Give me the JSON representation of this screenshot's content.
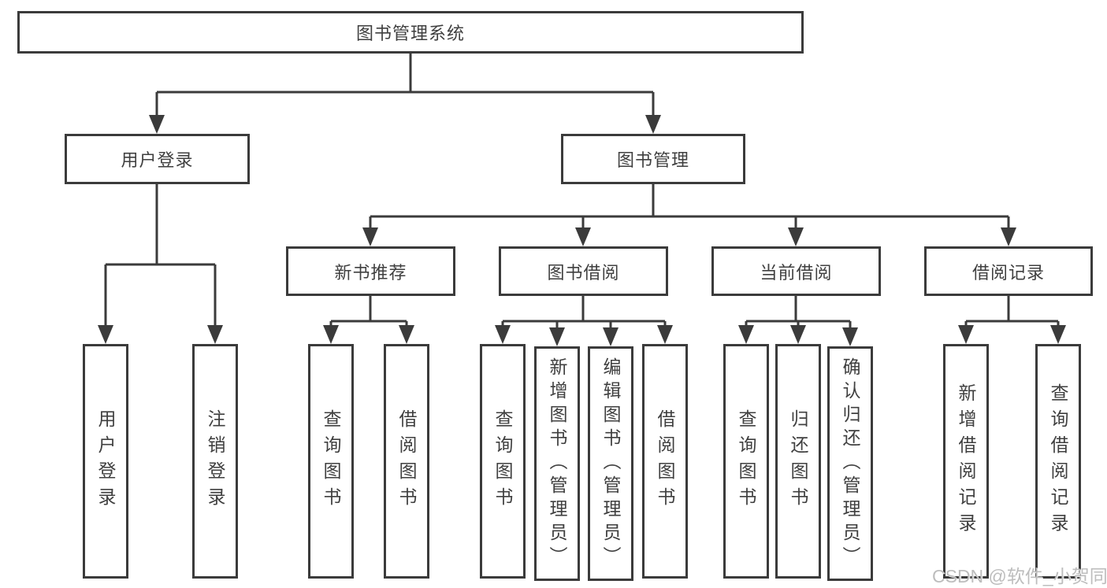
{
  "colors": {
    "line": "#3b3b3b",
    "text": "#3f3f3f",
    "watermark": "#bdbdbd",
    "bg": "#ffffff"
  },
  "tree": {
    "root": {
      "label": "图书管理系统"
    },
    "branches": [
      {
        "label": "用户登录",
        "children": [
          {
            "label": "用户登录"
          },
          {
            "label": "注销登录"
          }
        ]
      },
      {
        "label": "图书管理",
        "children": [
          {
            "label": "新书推荐",
            "children": [
              {
                "label": "查询图书"
              },
              {
                "label": "借阅图书"
              }
            ]
          },
          {
            "label": "图书借阅",
            "children": [
              {
                "label": "查询图书"
              },
              {
                "label": "新增图书（管理员）"
              },
              {
                "label": "编辑图书（管理员）"
              },
              {
                "label": "借阅图书"
              }
            ]
          },
          {
            "label": "当前借阅",
            "children": [
              {
                "label": "查询图书"
              },
              {
                "label": "归还图书"
              },
              {
                "label": "确认归还（管理员）"
              }
            ]
          },
          {
            "label": "借阅记录",
            "children": [
              {
                "label": "新增借阅记录"
              },
              {
                "label": "查询借阅记录"
              }
            ]
          }
        ]
      }
    ]
  },
  "watermark": "CSDN @软件_小贺同学"
}
